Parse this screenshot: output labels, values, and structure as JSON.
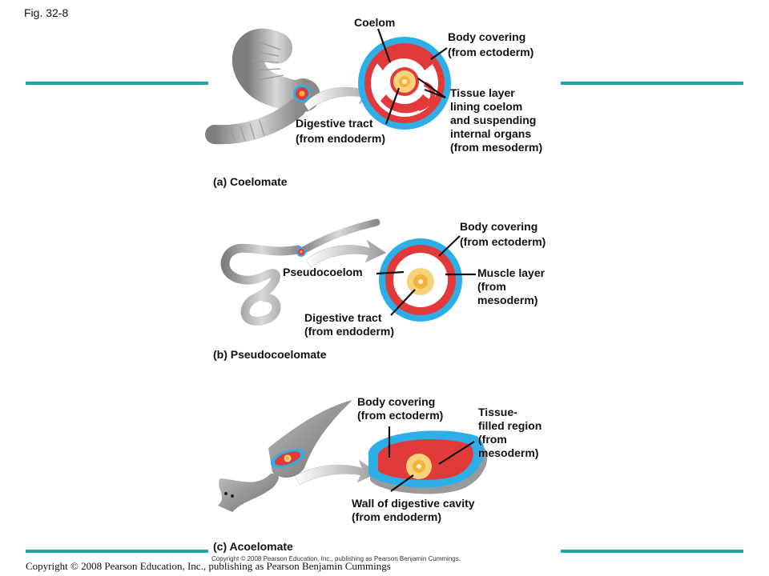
{
  "figure_label": "Fig. 32-8",
  "copyright": "Copyright © 2008 Pearson Education, Inc., publishing as Pearson Benjamin Cummings",
  "copyright_small": "Copyright © 2008 Pearson Education, Inc., publishing as Pearson Benjamin Cummings.",
  "colors": {
    "accent_bar": "#1ea5a3",
    "ectoderm": "#2eaee6",
    "mesoderm": "#e23a3a",
    "endoderm": "#f6d27a",
    "gut_core": "#f3b33d"
  },
  "panels": {
    "coelomate": {
      "title": "(a) Coelomate",
      "labels": {
        "coelom": "Coelom",
        "body_covering": "Body covering\n(from ectoderm)",
        "tissue_layer": "Tissue layer\nlining coelom\nand suspending\ninternal organs\n(from mesoderm)",
        "digestive_tract": "Digestive tract\n(from endoderm)"
      }
    },
    "pseudocoelomate": {
      "title": "(b) Pseudocoelomate",
      "labels": {
        "body_covering": "Body covering\n(from ectoderm)",
        "pseudocoelom": "Pseudocoelom",
        "muscle_layer": "Muscle layer\n(from\nmesoderm)",
        "digestive_tract": "Digestive tract\n(from endoderm)"
      }
    },
    "acoelomate": {
      "title": "(c) Acoelomate",
      "labels": {
        "body_covering": "Body covering\n(from ectoderm)",
        "tissue_filled": "Tissue-\nfilled region\n(from\nmesoderm)",
        "digestive_wall": "Wall of digestive cavity\n(from endoderm)"
      }
    }
  }
}
